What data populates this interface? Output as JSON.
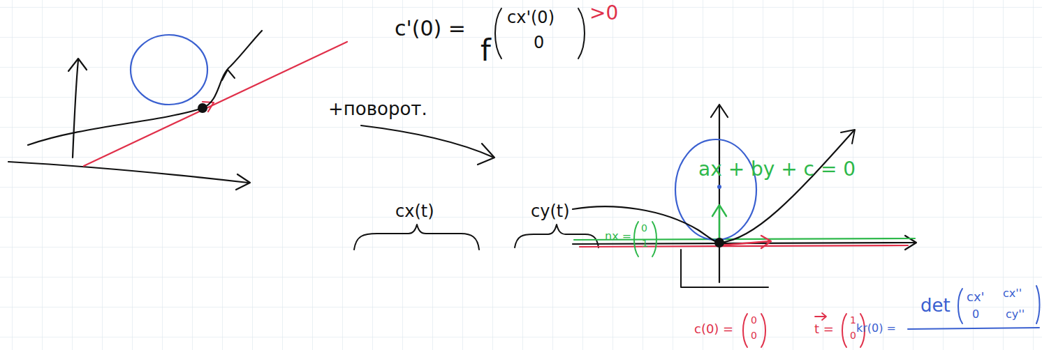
{
  "diagram": {
    "labels": [
      "c'(0) =",
      "cx'(0)",
      "0",
      ">0",
      "f",
      "+поворот.",
      "nx =",
      "0",
      "1",
      "ax + by + c = 0",
      "c(0) =",
      "0",
      "0",
      "t =",
      "1",
      "0",
      "cx(t)",
      "cy(t)",
      "det",
      "cx'",
      "cx''",
      "0",
      "cy''",
      "kr(0) ="
    ]
  }
}
